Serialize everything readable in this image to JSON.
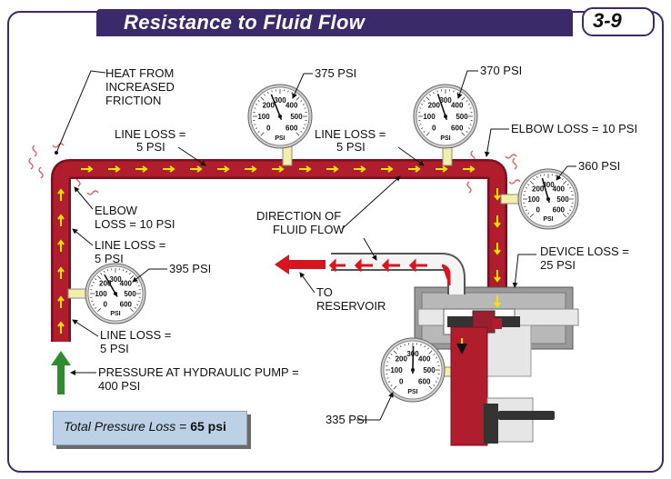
{
  "header": {
    "title": "Resistance to Fluid Flow",
    "figure_number": "3-9"
  },
  "labels": {
    "heat": [
      "HEAT FROM",
      "INCREASED",
      "FRICTION"
    ],
    "line_loss_top_left": [
      "LINE LOSS =",
      "5 PSI"
    ],
    "line_loss_top_mid": [
      "LINE LOSS =",
      "5 PSI"
    ],
    "elbow_loss_right": "ELBOW LOSS = 10 PSI",
    "elbow_loss_left": [
      "ELBOW",
      "LOSS = 10 PSI"
    ],
    "line_loss_left_upper": [
      "LINE LOSS =",
      "5 PSI"
    ],
    "line_loss_left_lower": [
      "LINE LOSS =",
      "5 PSI"
    ],
    "direction": [
      "DIRECTION OF",
      "FLUID FLOW"
    ],
    "reservoir": [
      "TO",
      "RESERVOIR"
    ],
    "device_loss": [
      "DEVICE LOSS =",
      "25 PSI"
    ],
    "pump": [
      "PRESSURE AT HYDRAULIC PUMP =",
      "400 PSI"
    ]
  },
  "gauges": [
    {
      "name": "gauge-395",
      "reading": "395 PSI"
    },
    {
      "name": "gauge-375",
      "reading": "375 PSI"
    },
    {
      "name": "gauge-370",
      "reading": "370 PSI"
    },
    {
      "name": "gauge-360",
      "reading": "360 PSI"
    },
    {
      "name": "gauge-335",
      "reading": "335 PSI"
    }
  ],
  "gauge_scale": {
    "ticks": [
      "0",
      "100",
      "200",
      "300",
      "400",
      "500",
      "600"
    ],
    "unit": "PSI"
  },
  "summary": {
    "label": "Total Pressure Loss",
    "eq": " = ",
    "value": "65 psi"
  },
  "colors": {
    "pipe": "#b01e2e",
    "pipe_dark": "#7a1020",
    "arrow": "#f2e600",
    "header": "#3a2a6a",
    "return_arrow": "#d8141e",
    "pump_arrow": "#2e8b2e",
    "summary_bg": "#bcd1e6"
  }
}
